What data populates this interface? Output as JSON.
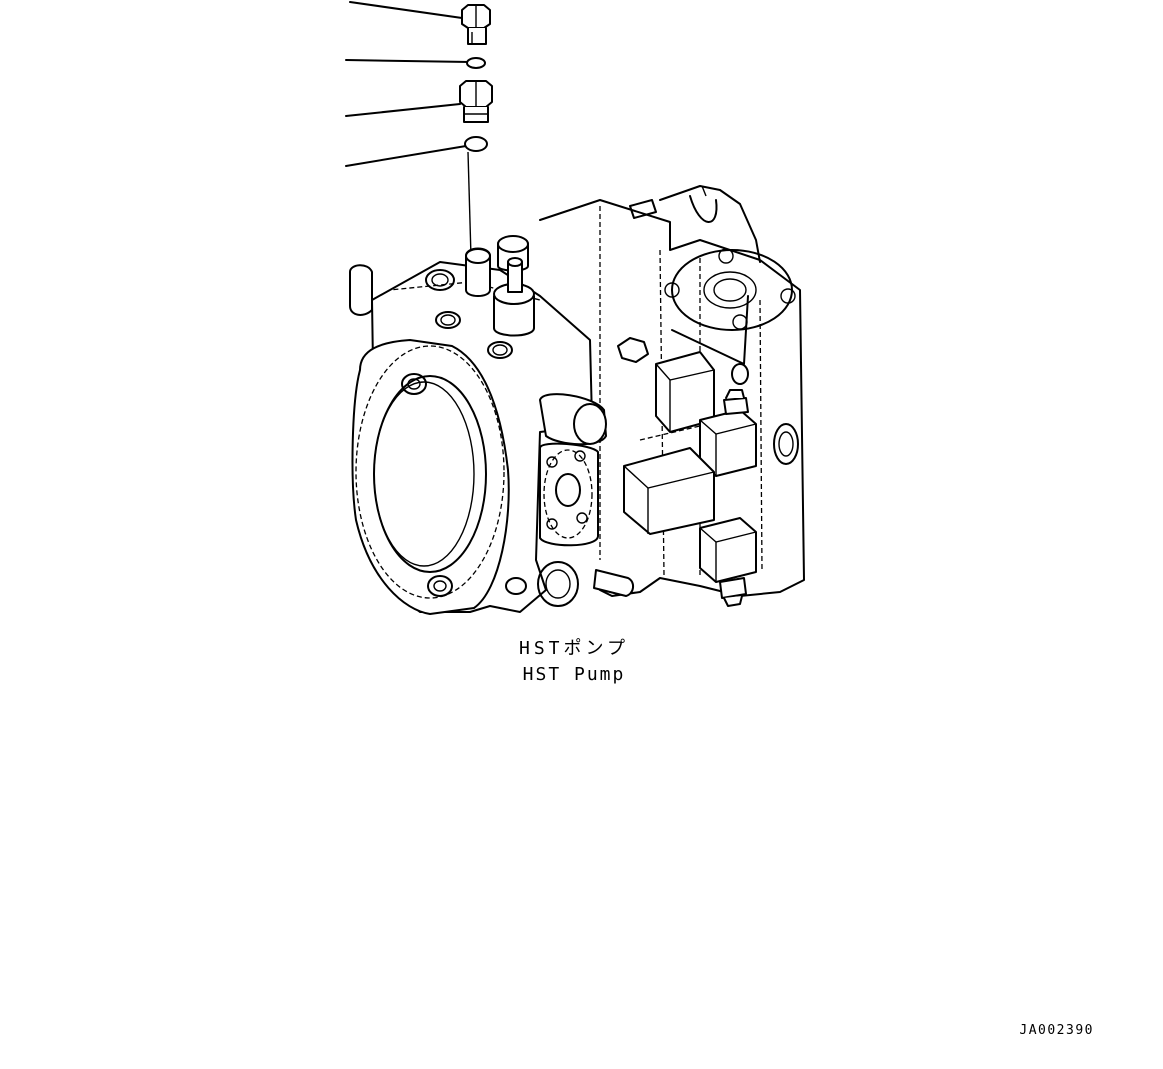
{
  "caption": {
    "japanese": "HSTポンプ",
    "english": "HST Pump"
  },
  "drawing_code": "JA002390",
  "callouts": [
    {
      "part": "plug"
    },
    {
      "part": "o-ring"
    },
    {
      "part": "adapter"
    },
    {
      "part": "o-ring"
    }
  ],
  "colors": {
    "line": "#000000",
    "background": "#ffffff"
  }
}
